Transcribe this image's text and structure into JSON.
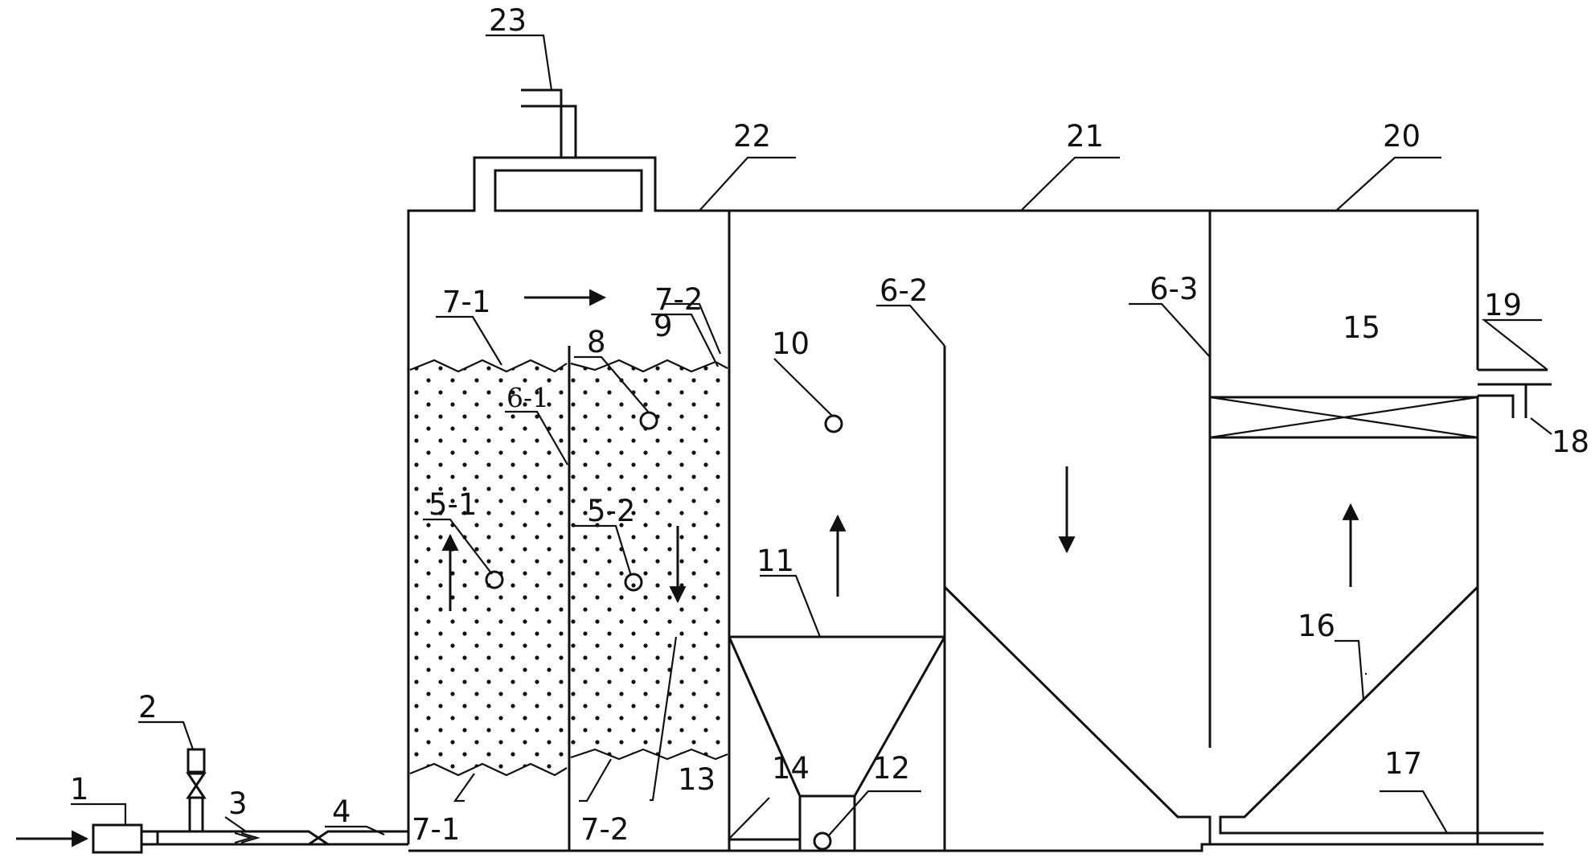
{
  "labels": {
    "l1": "1",
    "l2": "2",
    "l3": "3",
    "l4": "4",
    "l5_1": "5-1",
    "l5_2": "5-2",
    "l6_1": "6-1",
    "l6_2": "6-2",
    "l6_3": "6-3",
    "l7_1_top": "7-1",
    "l7_2_top": "7-2",
    "l7_1_bottom": "7-1",
    "l7_2_bottom": "7-2",
    "l8": "8",
    "l9": "9",
    "l10": "10",
    "l11": "11",
    "l12": "12",
    "l13": "13",
    "l14": "14",
    "l15": "15",
    "l16": "16",
    "l17": "17",
    "l18": "18",
    "l19": "19",
    "l20": "20",
    "l21": "21",
    "l22": "22",
    "l23": "23"
  },
  "colors": {
    "line": "#111111",
    "background": "#ffffff"
  }
}
